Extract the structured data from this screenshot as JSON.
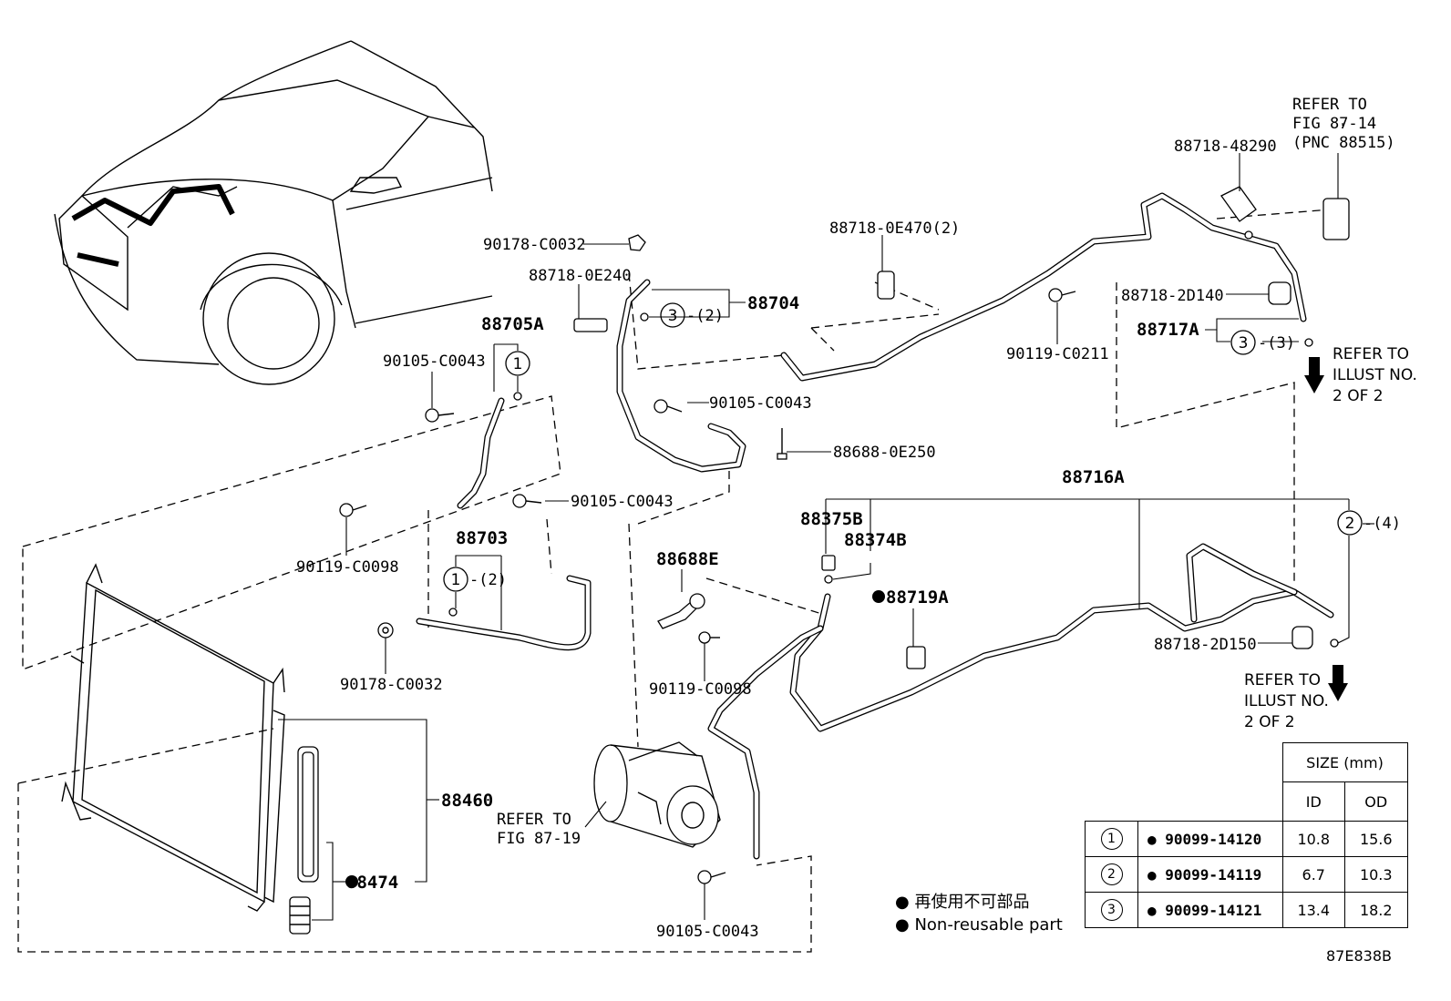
{
  "labels": {
    "p90178_top": "90178-C0032",
    "p88718_0E240": "88718-0E240",
    "p88704": "88704",
    "p88704_qty": "-(2)",
    "p88705A": "88705A",
    "p90105_a": "90105-C0043",
    "p90105_b": "90105-C0043",
    "p90105_c": "90105-C0043",
    "p90105_d": "90105-C0043",
    "p88688_0E250": "88688-0E250",
    "p90119_C0098_a": "90119-C0098",
    "p90119_C0098_b": "90119-C0098",
    "p88703": "88703",
    "p88703_qty": "-(2)",
    "p90178_bottom": "90178-C0032",
    "p88460": "88460",
    "p88474": "88474",
    "p88718_0E470": "88718-0E470(2)",
    "p88718_48290": "88718-48290",
    "p88718_2D140": "88718-2D140",
    "p88717A": "88717A",
    "p88717A_qty": "-(3)",
    "p90119_C0211": "90119-C0211",
    "p88716A": "88716A",
    "p88375B": "88375B",
    "p88374B": "88374B",
    "p88719A": "88719A",
    "p88688E": "88688E",
    "p88718_2D150": "88718-2D150",
    "p88716A_qty": "-(4)"
  },
  "circled": {
    "c88705A": "1",
    "c88703": "1",
    "c88704": "3",
    "c88717A": "3",
    "c88716A": "2"
  },
  "refer": {
    "fig87_14_l1": "REFER TO",
    "fig87_14_l2": "FIG 87-14",
    "fig87_14_l3": "(PNC 88515)",
    "illust_a_l1": "REFER TO",
    "illust_a_l2": "ILLUST NO.",
    "illust_a_l3": "2 OF 2",
    "illust_b_l1": "REFER TO",
    "illust_b_l2": "ILLUST NO.",
    "illust_b_l3": "2 OF 2",
    "fig87_19_l1": "REFER TO",
    "fig87_19_l2": "FIG 87-19"
  },
  "size_table": {
    "title": "SIZE (mm)",
    "col_id": "ID",
    "col_od": "OD",
    "rows": [
      {
        "key": "1",
        "part": "90099-14120",
        "id": "10.8",
        "od": "15.6"
      },
      {
        "key": "2",
        "part": "90099-14119",
        "id": "6.7",
        "od": "10.3"
      },
      {
        "key": "3",
        "part": "90099-14121",
        "id": "13.4",
        "od": "18.2"
      }
    ]
  },
  "legend": {
    "marker": "●",
    "line_jp": "再使用不可部品",
    "line_en": "Non-reusable part"
  },
  "figure_code": "87E838B"
}
